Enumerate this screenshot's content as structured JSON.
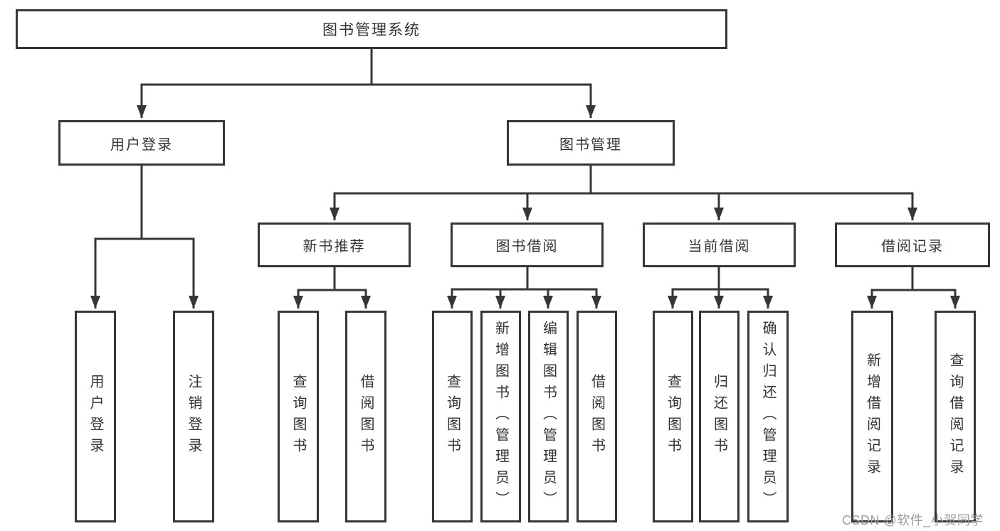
{
  "diagram": {
    "root": {
      "label": "图书管理系统"
    },
    "level2": [
      {
        "label": "用户登录"
      },
      {
        "label": "图书管理"
      }
    ],
    "level3": [
      {
        "label": "新书推荐"
      },
      {
        "label": "图书借阅"
      },
      {
        "label": "当前借阅"
      },
      {
        "label": "借阅记录"
      }
    ],
    "leaves": [
      {
        "label": "用户登录"
      },
      {
        "label": "注销登录"
      },
      {
        "label": "查询图书"
      },
      {
        "label": "借阅图书"
      },
      {
        "label": "查询图书"
      },
      {
        "label": "新增图书（管理员）"
      },
      {
        "label": "编辑图书（管理员）"
      },
      {
        "label": "借阅图书"
      },
      {
        "label": "查询图书"
      },
      {
        "label": "归还图书"
      },
      {
        "label": "确认归还（管理员）"
      },
      {
        "label": "新增借阅记录"
      },
      {
        "label": "查询借阅记录"
      }
    ],
    "colors": {
      "line": "#363636",
      "box_border": "#363636",
      "text": "#333333",
      "background": "#ffffff",
      "watermark": "#9b9ba1"
    },
    "watermark": "CSDN @软件_小贺同学"
  }
}
